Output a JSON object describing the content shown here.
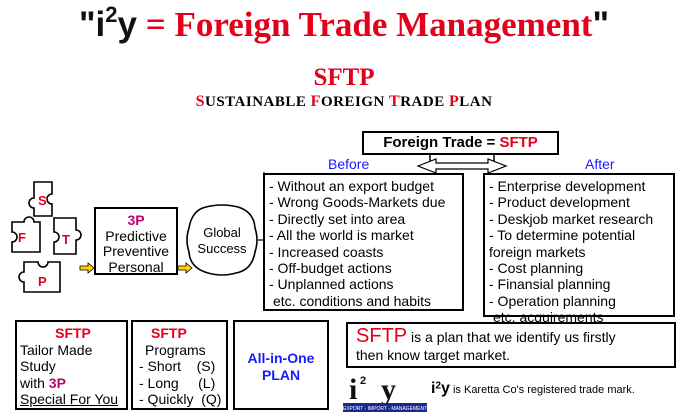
{
  "title": {
    "open_quote": "\"",
    "i": "i",
    "sup": "2",
    "y": "y",
    "rest": "= Foreign Trade Management",
    "close_quote": "\""
  },
  "sftp_heading": "SFTP",
  "sftp_subtitle": {
    "s": "S",
    "ustainable": "USTAINABLE ",
    "f": "F",
    "oreign": "OREIGN ",
    "t": "T",
    "rade": "RADE ",
    "p": "P",
    "lan": "LAN"
  },
  "equation_box": {
    "left": "Foreign Trade = ",
    "right": "SFTP"
  },
  "before_label": "Before",
  "after_label": "After",
  "before_items": [
    "- Without an export budget",
    "- Wrong Goods-Markets due",
    "- Directly set into area",
    "- All the world is market",
    "- Increased coasts",
    "- Off-budget actions",
    "- Unplanned actions",
    "  etc. conditions and habits"
  ],
  "after_items": [
    "- Enterprise development",
    "- Product development",
    "- Deskjob market research",
    "- To determine potential",
    "foreign markets",
    "- Cost planning",
    "- Finansial planning",
    "- Operation planning",
    "  etc. acquirements"
  ],
  "puzzle_letters": [
    "S",
    "F",
    "T",
    "P"
  ],
  "three_p_box": {
    "heading": "3P",
    "lines": [
      "Predictive",
      "Preventive",
      "Personal"
    ]
  },
  "global_success": [
    "Global",
    "Success"
  ],
  "tailor_box": {
    "heading": "SFTP",
    "line1": "Tailor Made",
    "line2": "Study",
    "line3_prefix": "with ",
    "line3_highlight": "3P",
    "line4": "Special For You"
  },
  "programs_box": {
    "heading": "SFTP",
    "line1": "Programs",
    "items": [
      "- Short    (S)",
      "- Long     (L)",
      "- Quickly  (Q)"
    ]
  },
  "all_in_one": [
    "All-in-One",
    "PLAN"
  ],
  "plan_statement": {
    "big": "SFTP",
    "rest1": " is a plan that we identify us firstly",
    "rest2": "then know target market."
  },
  "logo": {
    "text": "i",
    "sup": "2",
    "y": "y",
    "tagline": "EXPORT - IMPORT - MANAGEMENT"
  },
  "trademark": {
    "brand": "i",
    "sup": "2",
    "brand_y": "y",
    "text": " is Karetta Co's registered trade mark."
  },
  "colors": {
    "red": "#e3001b",
    "blue": "#1a1aff",
    "magenta": "#c0007a",
    "puzzle_fill": "#ffffff"
  }
}
